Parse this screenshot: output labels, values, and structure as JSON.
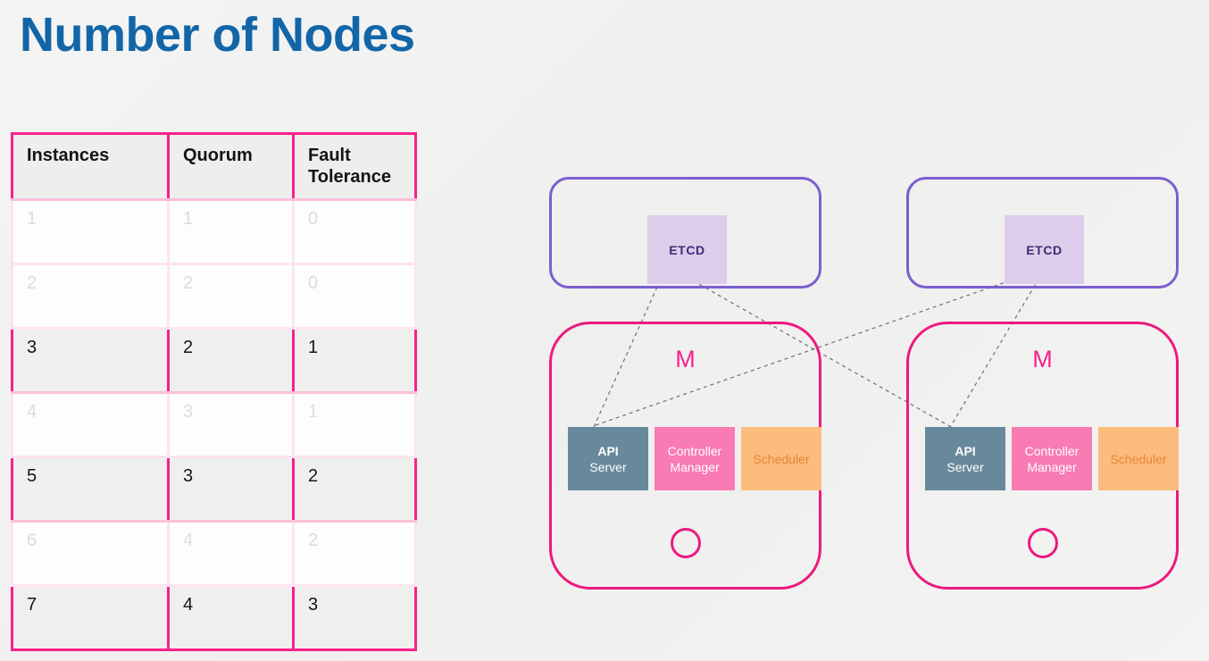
{
  "slide": {
    "title": "Number of Nodes",
    "title_color": "#1266a8",
    "background": "#f2f2f1"
  },
  "table": {
    "name": "quorum-fault-tolerance-table",
    "accent_color": "#f9208c",
    "faded_border_color": "#fde4ef",
    "columns": [
      "Instances",
      "Quorum",
      "Fault Tolerance"
    ],
    "rows": [
      {
        "instances": "1",
        "quorum": "1",
        "fault_tolerance": "0",
        "emphasis": "faded"
      },
      {
        "instances": "2",
        "quorum": "2",
        "fault_tolerance": "0",
        "emphasis": "faded"
      },
      {
        "instances": "3",
        "quorum": "2",
        "fault_tolerance": "1",
        "emphasis": "strong"
      },
      {
        "instances": "4",
        "quorum": "3",
        "fault_tolerance": "1",
        "emphasis": "faded"
      },
      {
        "instances": "5",
        "quorum": "3",
        "fault_tolerance": "2",
        "emphasis": "strong"
      },
      {
        "instances": "6",
        "quorum": "4",
        "fault_tolerance": "2",
        "emphasis": "faded"
      },
      {
        "instances": "7",
        "quorum": "4",
        "fault_tolerance": "3",
        "emphasis": "strong"
      }
    ]
  },
  "diagram": {
    "etcd_frame_color": "#7b5fd0",
    "etcd_box_color": "#ddcdeb",
    "etcd_text_color": "#3b2d75",
    "master_frame_color": "#ec1a7e",
    "master_label_color": "#f9208c",
    "arrow_color": "#3a3a4a",
    "clusters": [
      {
        "id": "left",
        "etcd_label": "ETCD",
        "master_label": "M",
        "components": [
          {
            "name": "api-server",
            "line1": "API",
            "line2": "Server",
            "fill": "#68899c",
            "text": "#ffffff"
          },
          {
            "name": "controller-manager",
            "line1": "Controller",
            "line2": "Manager",
            "fill": "#f97bb3",
            "text": "#ffffff"
          },
          {
            "name": "scheduler",
            "line1": "Scheduler",
            "line2": "",
            "fill": "#fbbc7e",
            "text": "#e8852e"
          }
        ]
      },
      {
        "id": "right",
        "etcd_label": "ETCD",
        "master_label": "M",
        "components": [
          {
            "name": "api-server",
            "line1": "API",
            "line2": "Server",
            "fill": "#68899c",
            "text": "#ffffff"
          },
          {
            "name": "controller-manager",
            "line1": "Controller",
            "line2": "Manager",
            "fill": "#f97bb3",
            "text": "#ffffff"
          },
          {
            "name": "scheduler",
            "line1": "Scheduler",
            "line2": "",
            "fill": "#fbbc7e",
            "text": "#e8852e"
          }
        ]
      }
    ]
  }
}
